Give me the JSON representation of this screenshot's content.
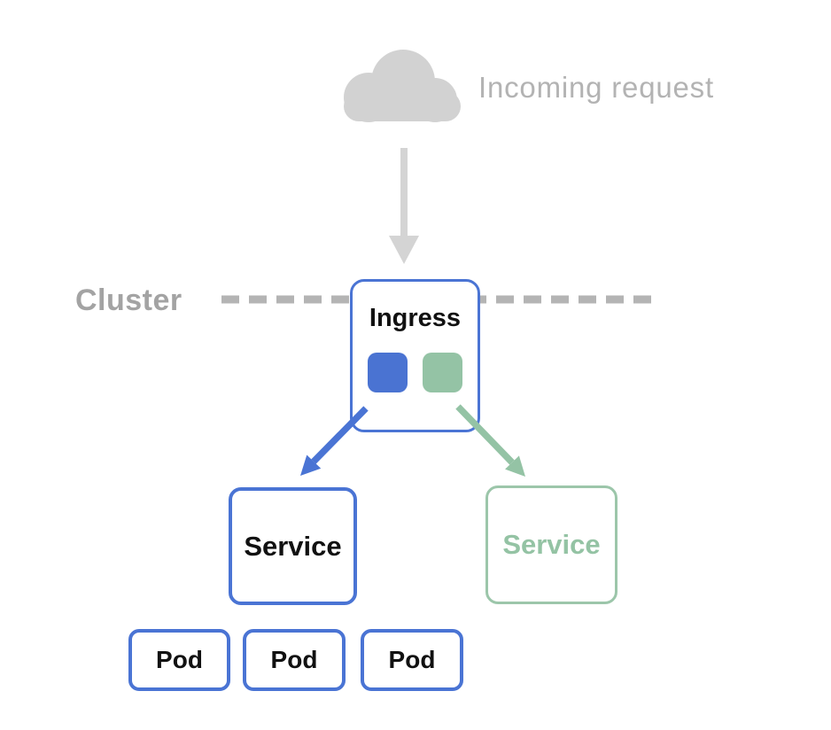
{
  "labels": {
    "incoming": "Incoming request",
    "cluster": "Cluster"
  },
  "ingress": {
    "label": "Ingress",
    "endpoints": [
      {
        "name": "blue-endpoint",
        "color": "#4a73d2"
      },
      {
        "name": "green-endpoint",
        "color": "#94c3a5"
      }
    ]
  },
  "services": [
    {
      "label": "Service",
      "variant": "blue"
    },
    {
      "label": "Service",
      "variant": "green"
    }
  ],
  "pods": [
    {
      "label": "Pod"
    },
    {
      "label": "Pod"
    },
    {
      "label": "Pod"
    }
  ],
  "icons": {
    "cloud": "cloud-icon",
    "down_arrow": "arrow-down-icon",
    "blue_arrow": "arrow-to-blue-service-icon",
    "green_arrow": "arrow-to-green-service-icon"
  },
  "colors": {
    "blue": "#4a74d4",
    "green": "#94c3a5",
    "green_border": "#9cc6aa",
    "cloud_gray": "#d2d2d2",
    "arrow_gray": "#d4d4d4",
    "incoming_text_gray": "#b3b3b3",
    "cluster_text_gray": "#a3a3a3",
    "dash_gray": "#b4b4b4"
  }
}
